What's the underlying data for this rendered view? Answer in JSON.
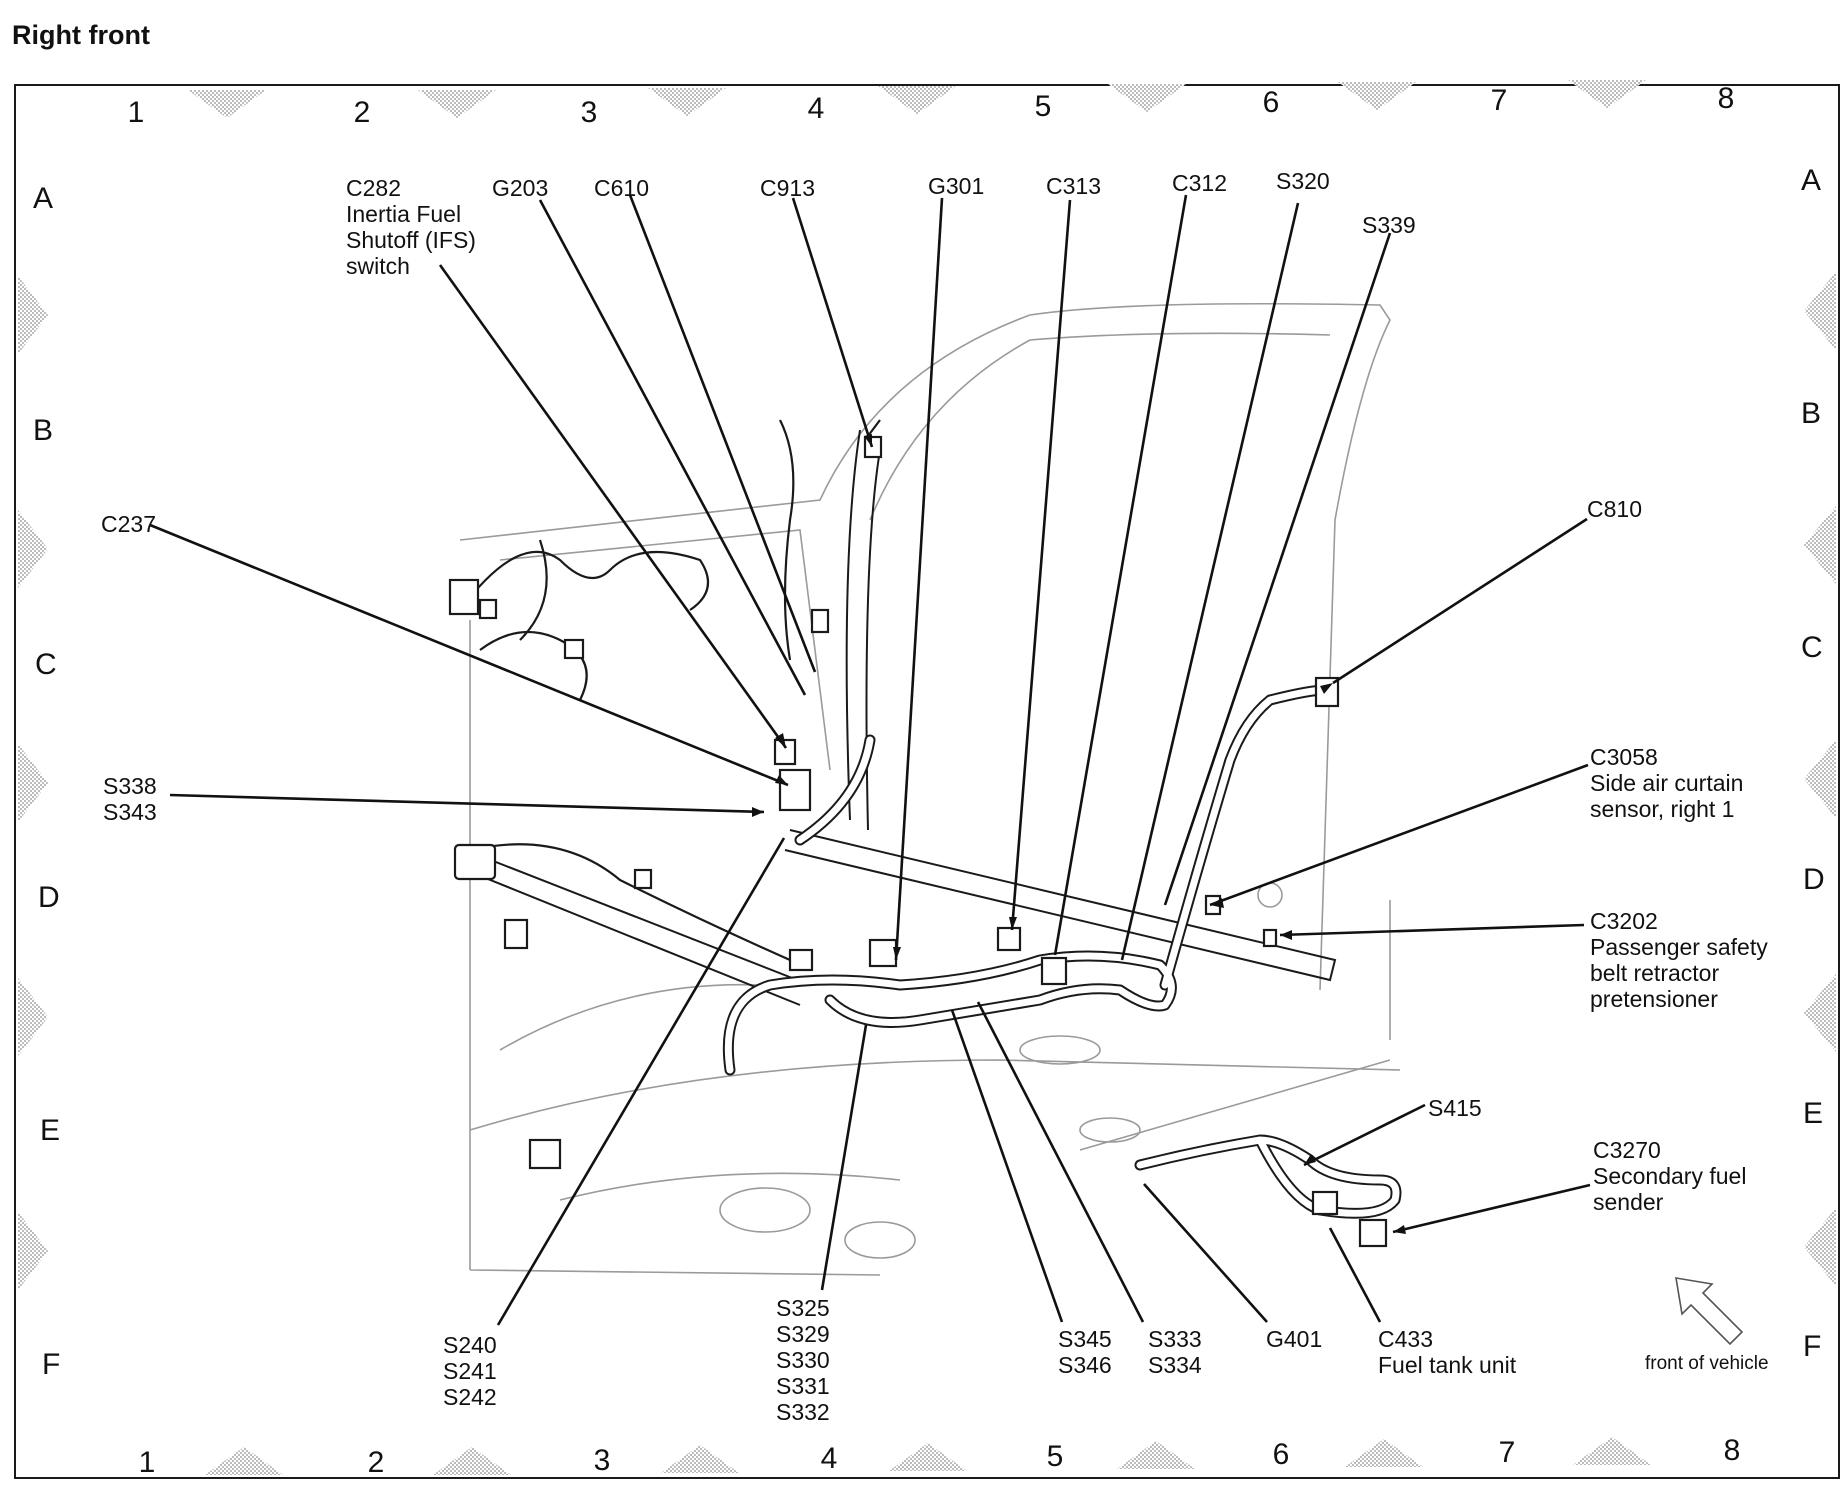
{
  "title": "Right front",
  "grid": {
    "columns": [
      "1",
      "2",
      "3",
      "4",
      "5",
      "6",
      "7",
      "8"
    ],
    "rows": [
      "A",
      "B",
      "C",
      "D",
      "E",
      "F"
    ]
  },
  "labels": {
    "c282": [
      "C282",
      "Inertia Fuel",
      "Shutoff (IFS)",
      "switch"
    ],
    "g203": [
      "G203"
    ],
    "c610": [
      "C610"
    ],
    "c913": [
      "C913"
    ],
    "g301": [
      "G301"
    ],
    "c313": [
      "C313"
    ],
    "c312": [
      "C312"
    ],
    "s320": [
      "S320"
    ],
    "s339": [
      "S339"
    ],
    "c237": [
      "C237"
    ],
    "c810": [
      "C810"
    ],
    "s338": [
      "S338",
      "S343"
    ],
    "c3058": [
      "C3058",
      "Side air curtain",
      "sensor, right 1"
    ],
    "c3202": [
      "C3202",
      "Passenger safety",
      "belt retractor",
      "pretensioner"
    ],
    "s415": [
      "S415"
    ],
    "c3270": [
      "C3270",
      "Secondary fuel",
      "sender"
    ],
    "s240": [
      "S240",
      "S241",
      "S242"
    ],
    "s325": [
      "S325",
      "S329",
      "S330",
      "S331",
      "S332"
    ],
    "s345": [
      "S345",
      "S346"
    ],
    "s333": [
      "S333",
      "S334"
    ],
    "g401": [
      "G401"
    ],
    "c433": [
      "C433",
      "Fuel tank unit"
    ]
  },
  "front_caption": "front of vehicle"
}
